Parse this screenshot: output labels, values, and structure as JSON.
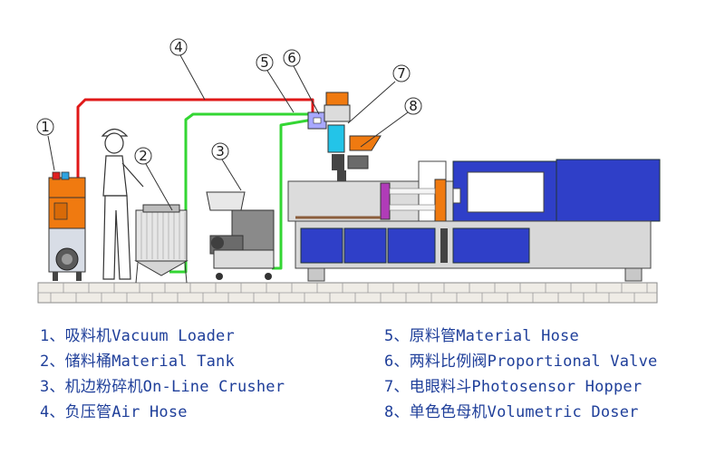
{
  "callouts": [
    "1",
    "2",
    "3",
    "4",
    "5",
    "6",
    "7",
    "8"
  ],
  "legend": {
    "left": [
      "1、吸料机Vacuum Loader",
      "2、储料桶Material Tank",
      "3、机边粉碎机On-Line Crusher",
      "4、负压管Air Hose"
    ],
    "right": [
      "5、原料管Material Hose",
      "6、两料比例阀Proportional Valve",
      "7、电眼料斗Photosensor Hopper",
      "8、单色色母机Volumetric Doser"
    ]
  },
  "colors": {
    "air_hose": "#e01818",
    "material_hose": "#33d633",
    "machine_blue": "#2f3fc8",
    "machine_gray": "#dcdcdc",
    "loader_orange": "#f07a10",
    "legend_text": "#1f3f9a",
    "floor": "#efece6"
  },
  "icons": [
    "operator-figure",
    "vacuum-loader",
    "material-tank",
    "crusher",
    "injection-machine",
    "proportional-valve",
    "photosensor-hopper",
    "volumetric-doser"
  ]
}
